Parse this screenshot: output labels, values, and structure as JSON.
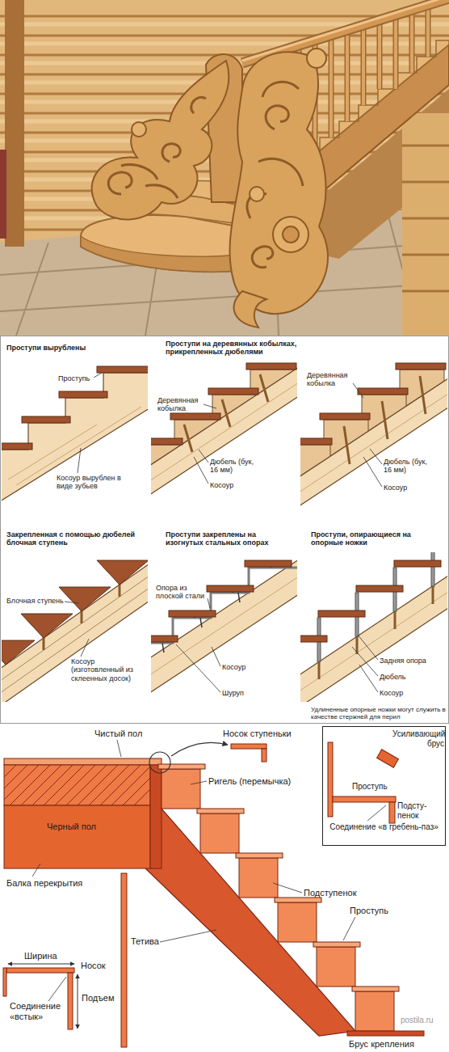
{
  "diagram": {
    "nodes": [
      {
        "text": [
          "Усиливающий брус",
          "Проступь",
          "Подсту- пенок",
          "Соединение «в гребень-паз»"
        ]
      }
    ],
    "labels": [
      "Проступи вырублены",
      "Проступь",
      "Косоур вырублен в виде зубьев",
      "Проступи на деревянных кобылках, прикрепленных дюбелями",
      "Деревянная кобылка",
      "Дюбель (бук, 16 мм)",
      "Косоур",
      "Деревянная кобылка",
      "Дюбель (бук, 16 мм)",
      "Косоур",
      "Закрепленная с помощью дюбелей блочная ступень",
      "Проступи закреплены на изогнутых стальных опорах",
      "Проступи, опирающиеся на опорные ножки",
      "Блочная ступень",
      "Косоур (изготовленный из склеенных досок)",
      "Опора из плоской стали",
      "Косоур",
      "Шуруп",
      "Задняя опора",
      "Дюбель",
      "Косоур",
      "Удлиненные опорные ножки могут служить в качестве стержней для перил",
      "Чистый пол",
      "Носок ступеньки",
      "Ригель (перемычка)",
      "Черный пол",
      "Балка перекрытия",
      "Подступенок",
      "Проступь",
      "Тетива",
      "Ширина",
      "Носок",
      "Подъем",
      "Соединение «встык»",
      "Брус крепления",
      "postila.ru"
    ]
  }
}
